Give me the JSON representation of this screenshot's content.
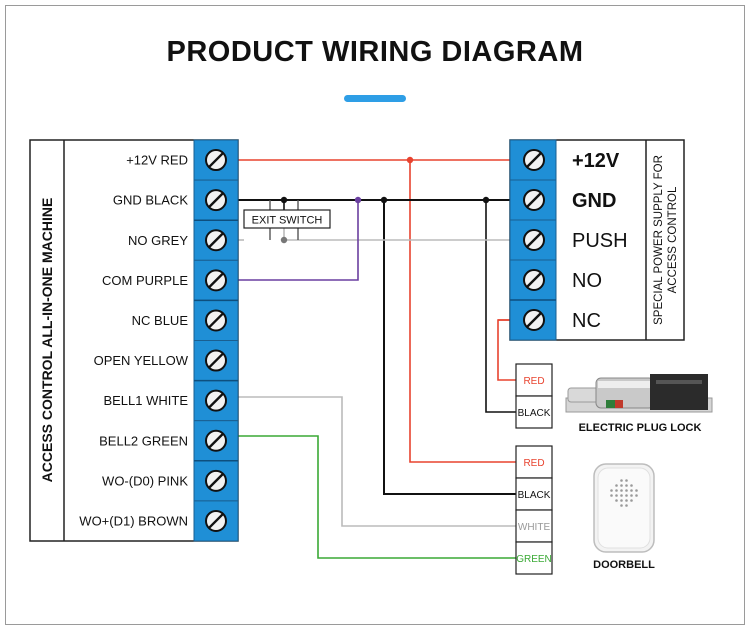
{
  "title": "PRODUCT WIRING DIAGRAM",
  "controller": {
    "name": "ACCESS CONTROL ALL-IN-ONE MACHINE",
    "terminals": [
      "+12V RED",
      "GND BLACK",
      "NO GREY",
      "COM PURPLE",
      "NC BLUE",
      "OPEN YELLOW",
      "BELL1 WHITE",
      "BELL2 GREEN",
      "WO-(D0) PINK",
      "WO+(D1) BROWN"
    ]
  },
  "exit_switch": "EXIT SWITCH",
  "power_supply": {
    "name_line1": "SPECIAL POWER SUPPLY FOR",
    "name_line2": "ACCESS CONTROL",
    "terminals": [
      "+12V",
      "GND",
      "PUSH",
      "NO",
      "NC"
    ]
  },
  "lock": {
    "name": "ELECTRIC PLUG LOCK",
    "wires": [
      "RED",
      "BLACK"
    ]
  },
  "doorbell": {
    "name": "DOORBELL",
    "wires": [
      "RED",
      "BLACK",
      "WHITE",
      "GREEN"
    ]
  },
  "colors": {
    "terminal_blue": "#1f8fd6",
    "red": "#e8432f",
    "black": "#111111",
    "grey": "#bbbbbb",
    "purple": "#6a3fa0",
    "green": "#3aa935",
    "accent": "#2e9ee6"
  }
}
